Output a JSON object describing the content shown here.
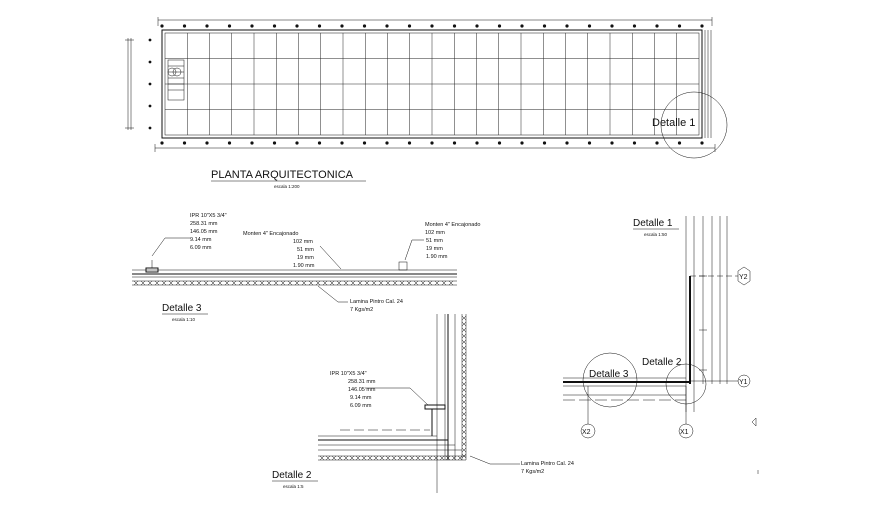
{
  "plan": {
    "title": "PLANTA ARQUITECTONICA",
    "scale": "escala 1:200",
    "detail_callout": "Detalle 1"
  },
  "detail3": {
    "title": "Detalle 3",
    "scale": "escala 1:10",
    "ipr_lines": [
      "IPR 10\"X5 3/4\"",
      "258.31 mm",
      "146.05 mm",
      "9.14 mm",
      "6.09 mm"
    ],
    "monten_left_lines": [
      "Monten 4\" Encajonado",
      "102 mm",
      "51 mm",
      "19 mm",
      "1.90 mm"
    ],
    "monten_right_lines": [
      "Monten 4\" Encajonado",
      "102 mm",
      "51 mm",
      "19 mm",
      "1.90 mm"
    ],
    "lamina_lines": [
      "Lamina Pintro Cal. 24",
      "7 Kgs/m2"
    ]
  },
  "detail2": {
    "title": "Detalle 2",
    "scale": "escala 1:5",
    "ipr_lines": [
      "IPR 10\"X5 3/4\"",
      "258.31 mm",
      "146.05 mm",
      "9.14 mm",
      "6.09 mm"
    ],
    "lamina_lines": [
      "Lamina Pintro Cal. 24",
      "7 Kgs/m2"
    ]
  },
  "detail1": {
    "title": "Detalle 1",
    "scale": "escala 1:50",
    "callout_detail2": "Detalle 2",
    "callout_detail3": "Detalle 3",
    "axes": {
      "y2": "Y2",
      "y1": "Y1",
      "x2": "X2",
      "x1": "X1"
    }
  }
}
